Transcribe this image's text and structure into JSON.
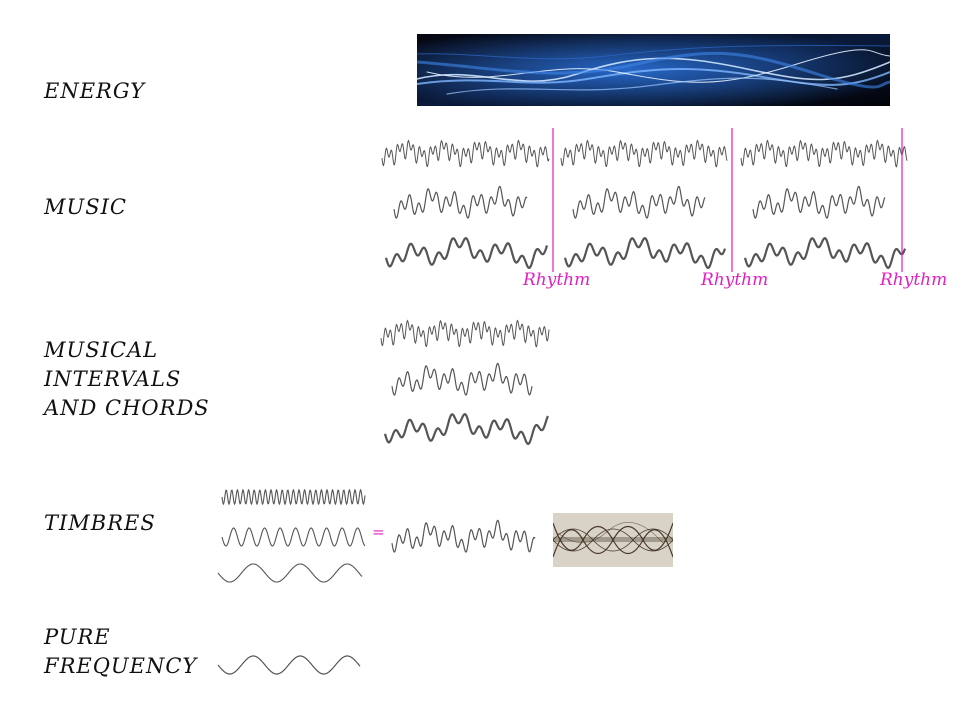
{
  "labels": {
    "energy": "ENERGY",
    "music": "MUSIC",
    "intervals": "MUSICAL\nINTERVALS\nAND CHORDS",
    "timbres": "TIMBRES",
    "pure": "PURE\nFREQUENCY"
  },
  "rhythm": [
    "Rhythm",
    "Rhythm",
    "Rhythm"
  ],
  "equals": "=",
  "colors": {
    "accent": "#e020c0",
    "wave": "#555555",
    "energy_dark": "#05060f",
    "energy_blue": "#2a6fd6"
  },
  "images": {
    "energy": "blue-energy-streams-image",
    "cymatics": "cymatic-standing-wave-image"
  }
}
